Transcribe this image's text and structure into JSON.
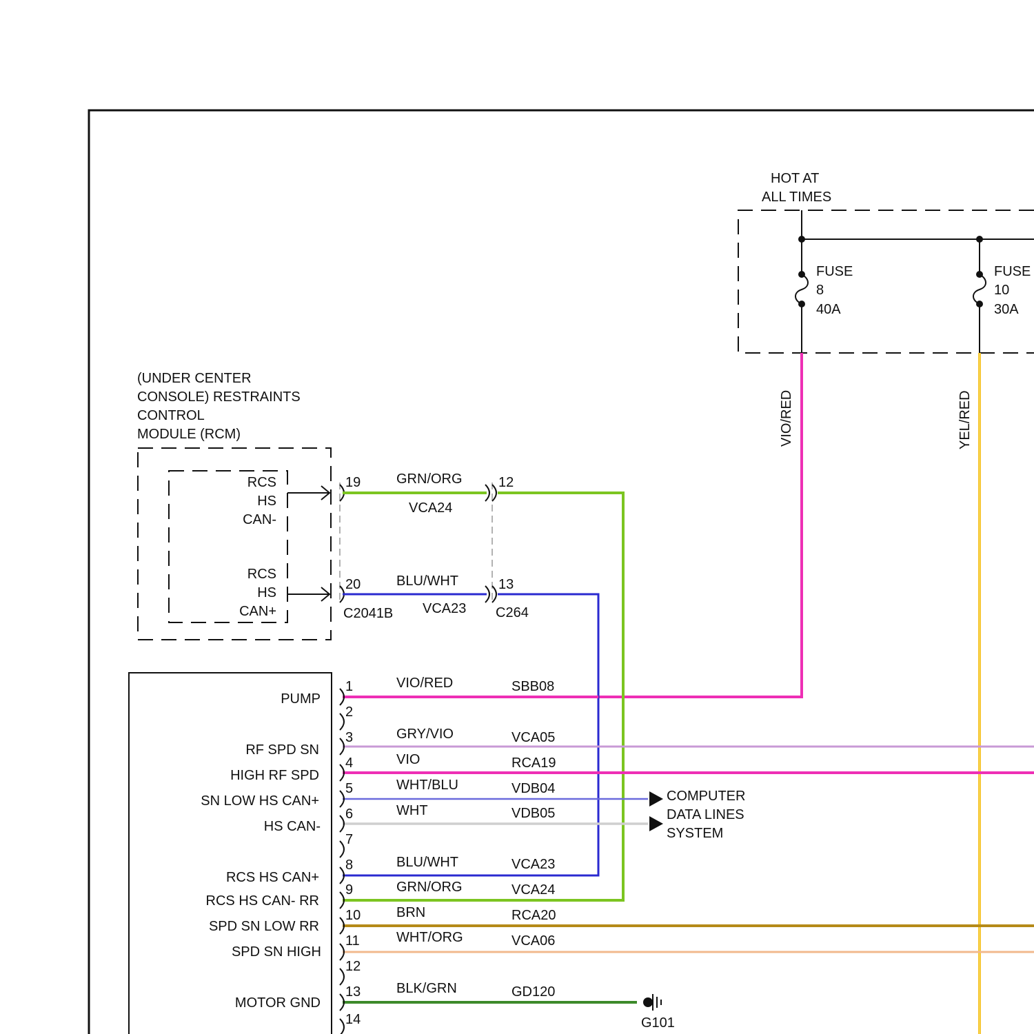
{
  "power_source": {
    "label_line1": "HOT AT",
    "label_line2": "ALL TIMES",
    "fuses": [
      {
        "name": "FUSE",
        "number": "8",
        "rating": "40A"
      },
      {
        "name": "FUSE",
        "number": "10",
        "rating": "30A"
      }
    ]
  },
  "vertical_wires": [
    {
      "color_code": "VIO/RED",
      "color": "#ee2fb5"
    },
    {
      "color_code": "YEL/RED",
      "color": "#f6c12a"
    }
  ],
  "rcm": {
    "label_lines": [
      "(UNDER CENTER",
      "CONSOLE) RESTRAINTS",
      "CONTROL",
      "MODULE (RCM)"
    ],
    "pins": [
      {
        "name_lines": [
          "RCS",
          "HS",
          "CAN-"
        ]
      },
      {
        "name_lines": [
          "RCS",
          "HS",
          "CAN+"
        ]
      }
    ]
  },
  "can_wires": [
    {
      "pin_left": "19",
      "pin_right": "12",
      "color_code": "GRN/ORG",
      "circuit": "VCA24",
      "color": "#7cc521"
    },
    {
      "pin_left": "20",
      "pin_right": "13",
      "color_code": "BLU/WHT",
      "circuit": "VCA23",
      "color": "#2a2ad0"
    }
  ],
  "connectors": {
    "left": "C2041B",
    "right": "C264"
  },
  "module": {
    "pins": [
      {
        "pin": "1",
        "label": "PUMP",
        "color_code": "VIO/RED",
        "circuit": "SBB08",
        "color": "#ee2fb5"
      },
      {
        "pin": "2",
        "label": "",
        "color_code": "",
        "circuit": "",
        "color": ""
      },
      {
        "pin": "3",
        "label": "RF SPD SN",
        "color_code": "GRY/VIO",
        "circuit": "VCA05",
        "color": "#c89ad6"
      },
      {
        "pin": "4",
        "label": "HIGH RF SPD",
        "color_code": "VIO",
        "circuit": "RCA19",
        "color": "#ee2fb5"
      },
      {
        "pin": "5",
        "label": "SN LOW HS CAN+",
        "color_code": "WHT/BLU",
        "circuit": "VDB04",
        "color": "#6a6adc"
      },
      {
        "pin": "6",
        "label": "HS CAN-",
        "color_code": "WHT",
        "circuit": "VDB05",
        "color": "#cfcfcf"
      },
      {
        "pin": "7",
        "label": "",
        "color_code": "",
        "circuit": "",
        "color": ""
      },
      {
        "pin": "8",
        "label": "RCS HS CAN+",
        "color_code": "BLU/WHT",
        "circuit": "VCA23",
        "color": "#2a2ad0"
      },
      {
        "pin": "9",
        "label": "RCS HS CAN- RR",
        "color_code": "GRN/ORG",
        "circuit": "VCA24",
        "color": "#7cc521"
      },
      {
        "pin": "10",
        "label": "SPD SN LOW RR",
        "color_code": "BRN",
        "circuit": "RCA20",
        "color": "#b58a18"
      },
      {
        "pin": "11",
        "label": "SPD SN HIGH",
        "color_code": "WHT/ORG",
        "circuit": "VCA06",
        "color": "#f2b98c"
      },
      {
        "pin": "12",
        "label": "",
        "color_code": "",
        "circuit": "",
        "color": ""
      },
      {
        "pin": "13",
        "label": "MOTOR GND",
        "color_code": "BLK/GRN",
        "circuit": "GD120",
        "color": "#3c8a2a"
      },
      {
        "pin": "14",
        "label": "",
        "color_code": "",
        "circuit": "",
        "color": ""
      }
    ]
  },
  "destination": {
    "lines": [
      "COMPUTER",
      "DATA LINES",
      "SYSTEM"
    ]
  },
  "ground": {
    "label": "G101"
  }
}
